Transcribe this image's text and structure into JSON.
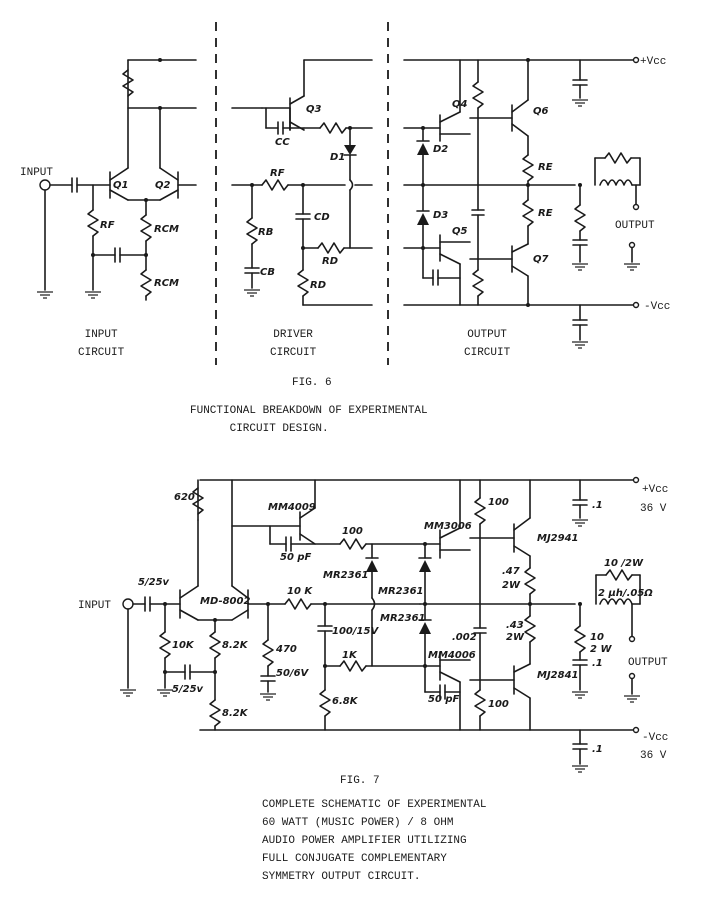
{
  "fig6": {
    "labels": {
      "input": "INPUT",
      "output": "OUTPUT",
      "vcc_pos": "+Vcc",
      "vcc_neg": "-Vcc",
      "q1": "Q1",
      "q2": "Q2",
      "q3": "Q3",
      "q4": "Q4",
      "q5": "Q5",
      "q6": "Q6",
      "q7": "Q7",
      "d1": "D1",
      "d2": "D2",
      "d3": "D3",
      "rf_in": "RF",
      "rcm1": "RCM",
      "rcm2": "RCM",
      "rf_drv": "RF",
      "rb": "RB",
      "cb": "CB",
      "cc": "CC",
      "cd": "CD",
      "rd1": "RD",
      "rd2": "RD",
      "re1": "RE",
      "re2": "RE"
    },
    "sections": [
      "INPUT\nCIRCUIT",
      "DRIVER\nCIRCUIT",
      "OUTPUT\nCIRCUIT"
    ],
    "fig_label": "FIG. 6",
    "caption": "FUNCTIONAL BREAKDOWN OF EXPERIMENTAL\n      CIRCUIT DESIGN."
  },
  "fig7": {
    "labels": {
      "input": "INPUT",
      "output": "OUTPUT",
      "vcc_pos": "+Vcc",
      "vcc_neg": "-Vcc",
      "v_pos": "36 V",
      "v_neg": "36 V",
      "r620": "620",
      "mm4009": "MM4009",
      "c50pf_top": "50 pF",
      "r100_top": "100",
      "mm3006": "MM3006",
      "mj2941": "MJ2941",
      "r100_e1": "100",
      "c_1_top": ".1",
      "c_in": "5/25v",
      "md8002": "MD-8002",
      "r10k_fb": "10 K",
      "mr2361a": "MR2361",
      "mr2361b": "MR2361",
      "mr2361c": "MR2361",
      "r47": ".47",
      "w2a": "2W",
      "r10_2w": "10 /2W",
      "l2uh": "2 μh/.05Ω",
      "r10k": "10K",
      "r82k1": "8.2K",
      "r470": "470",
      "c100": "100/15V",
      "r1k": "1K",
      "c002": ".002",
      "r43": ".43",
      "w2b": "2W",
      "r10z": "10",
      "w2z": "2 W",
      "c_1_out": ".1",
      "c50_6": "50/6V",
      "c5_25b": "5/25v",
      "mm4006": "MM4006",
      "r82k2": "8.2K",
      "r68k": "6.8K",
      "c50pf_bot": "50 pF",
      "mj2841": "MJ2841",
      "r100_e2": "100",
      "c_1_bot": ".1"
    },
    "fig_label": "FIG. 7",
    "caption": "COMPLETE SCHEMATIC OF EXPERIMENTAL\n60 WATT (MUSIC POWER) / 8 OHM\nAUDIO POWER AMPLIFIER UTILIZING\nFULL CONJUGATE COMPLEMENTARY\nSYMMETRY OUTPUT CIRCUIT."
  }
}
